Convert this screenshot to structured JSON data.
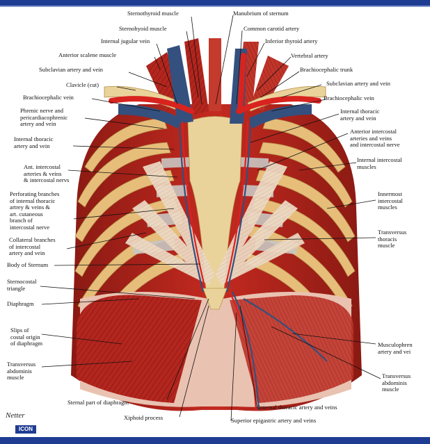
{
  "signature": "Netter",
  "badge": "ICON",
  "labels": {
    "sternothyroid": "Sternothyroid muscle",
    "sternohyoid": "Sternohyoid muscle",
    "internal_jugular": "Internal jugular vein",
    "anterior_scalene": "Anterior scalene muscle",
    "subclavian_av_left": "Subclavian artery and vein",
    "clavicle": "Clavicle (cut)",
    "brachiocephalic_vein_left": "Brachiocephalic vein",
    "phrenic": [
      "Phrenic nerve and",
      "pericardiacophrenic",
      "artery and vein"
    ],
    "internal_thoracic_left": [
      "Internal thoracic",
      "artery and vein"
    ],
    "ant_intercostal_left": [
      "Ant. intercostal",
      "arteries & veins",
      "& intercostal nervs"
    ],
    "perforating": [
      "Perforating branches",
      "of internal thoracic",
      "artrey & veins &",
      "art. cutaneous",
      "branch of",
      "intercostal nerve"
    ],
    "collateral": [
      "Collateral branches",
      "of intercostal",
      "artery and vein"
    ],
    "body_of_sternum": "Body of Sternum",
    "sternocostal": [
      "Sternocostal",
      "triangle"
    ],
    "diaphragm": "Diaphragm",
    "slips": [
      "Slips of",
      "costal origin",
      "of diaphragm"
    ],
    "transversus_abd_left": [
      "Transversus",
      "abdominis",
      "muscle"
    ],
    "sternal_part": "Sternal part of diaphragm",
    "xiphoid": "Xiphoid process",
    "manubrium": "Manubrium of sternum",
    "common_carotid": "Common carotid artery",
    "inferior_thyroid": "Inferior thyroid artery",
    "vertebral": "Vertebral artery",
    "brachiocephalic_trunk": "Brachiocephalic trunk",
    "subclavian_av_right": "Subclavian artery and vein",
    "brachiocephalic_vein_right": "Brachiocephalic vein",
    "internal_thoracic_right": [
      "Internal thoracic",
      "artery and vein"
    ],
    "ant_intercostal_right": [
      "Anterior intercostal",
      "arteries and veins",
      "and intercostal nerve"
    ],
    "internal_intercostal": [
      "Internal intercostal",
      "muscles"
    ],
    "innermost": [
      "Innermost",
      "intercostal",
      "muscles"
    ],
    "transversus_thoracis": [
      "Transversus",
      "thoracis",
      "muscle"
    ],
    "musculophrenic": [
      "Musculophren",
      "artery and vei"
    ],
    "transversus_abd_right": [
      "Transversus",
      "abdominis",
      "muscle"
    ],
    "internal_thoracic_veins": "Internal thoracic artery and veins",
    "superior_epigastric": "Superior epigastric artery and veins"
  },
  "colors": {
    "frame": "#1f3c93",
    "muscle": "#b3261e",
    "muscle_dark": "#7e1410",
    "rib": "#e6be7a",
    "cartilage": "#c9c6c2",
    "sternum": "#ead39a",
    "vein": "#34507e",
    "artery": "#d8231f",
    "tendon": "#eddcc6",
    "diaphragm": "#e9c2b1"
  }
}
